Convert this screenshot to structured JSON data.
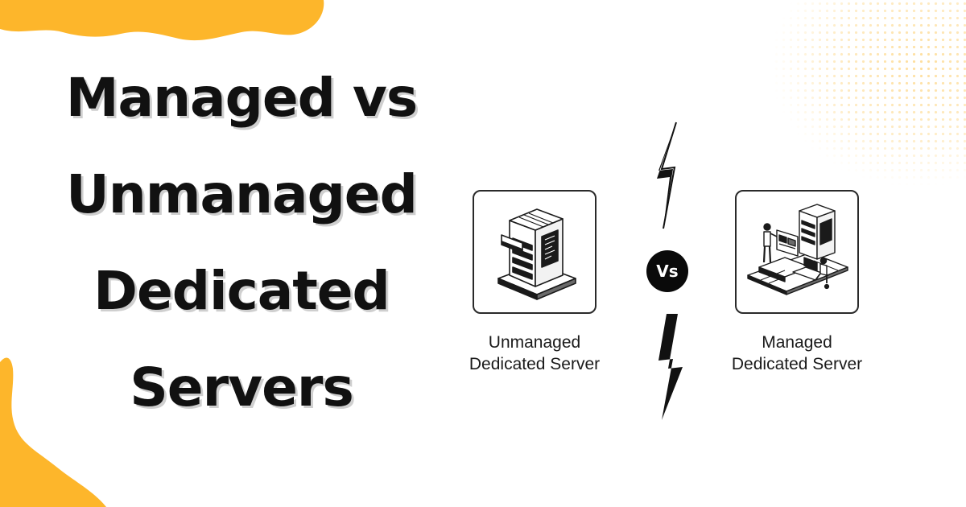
{
  "headline": {
    "line1": "Managed vs",
    "line2": "Unmanaged",
    "line3": "Dedicated",
    "line4": "Servers"
  },
  "comparison": {
    "left": {
      "line1": "Unmanaged",
      "line2": "Dedicated Server",
      "icon": "server-rack-icon"
    },
    "badge": "Vs",
    "right": {
      "line1": "Managed",
      "line2": "Dedicated Server",
      "icon": "managed-team-icon"
    }
  },
  "colors": {
    "accent": "#FDB62B",
    "text": "#111111",
    "background": "#FFFFFF"
  }
}
